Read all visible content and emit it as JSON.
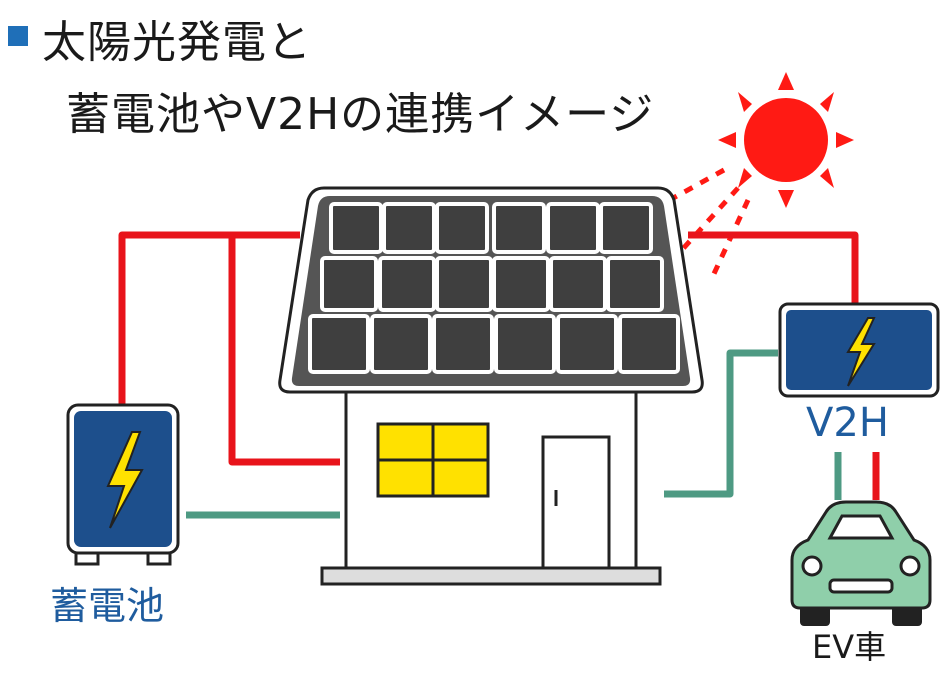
{
  "title": {
    "line1": "太陽光発電と",
    "line2": "蓄電池やV2Hの連携イメージ"
  },
  "labels": {
    "battery": "蓄電池",
    "v2h": "V2H",
    "ev": "EV車"
  },
  "colors": {
    "bullet": "#1f6fb8",
    "power_line": "#e8141b",
    "signal_line": "#4e9a83",
    "sun": "#ff1a14",
    "device_blue": "#1d4f8c",
    "lightning": "#ffe100",
    "window": "#ffe100",
    "car": "#8fcfaa",
    "label_blue": "#1f5c9e"
  },
  "icons": [
    "sun-icon",
    "solar-panel-icon",
    "house-icon",
    "battery-icon",
    "v2h-charger-icon",
    "ev-car-icon",
    "lightning-icon"
  ]
}
